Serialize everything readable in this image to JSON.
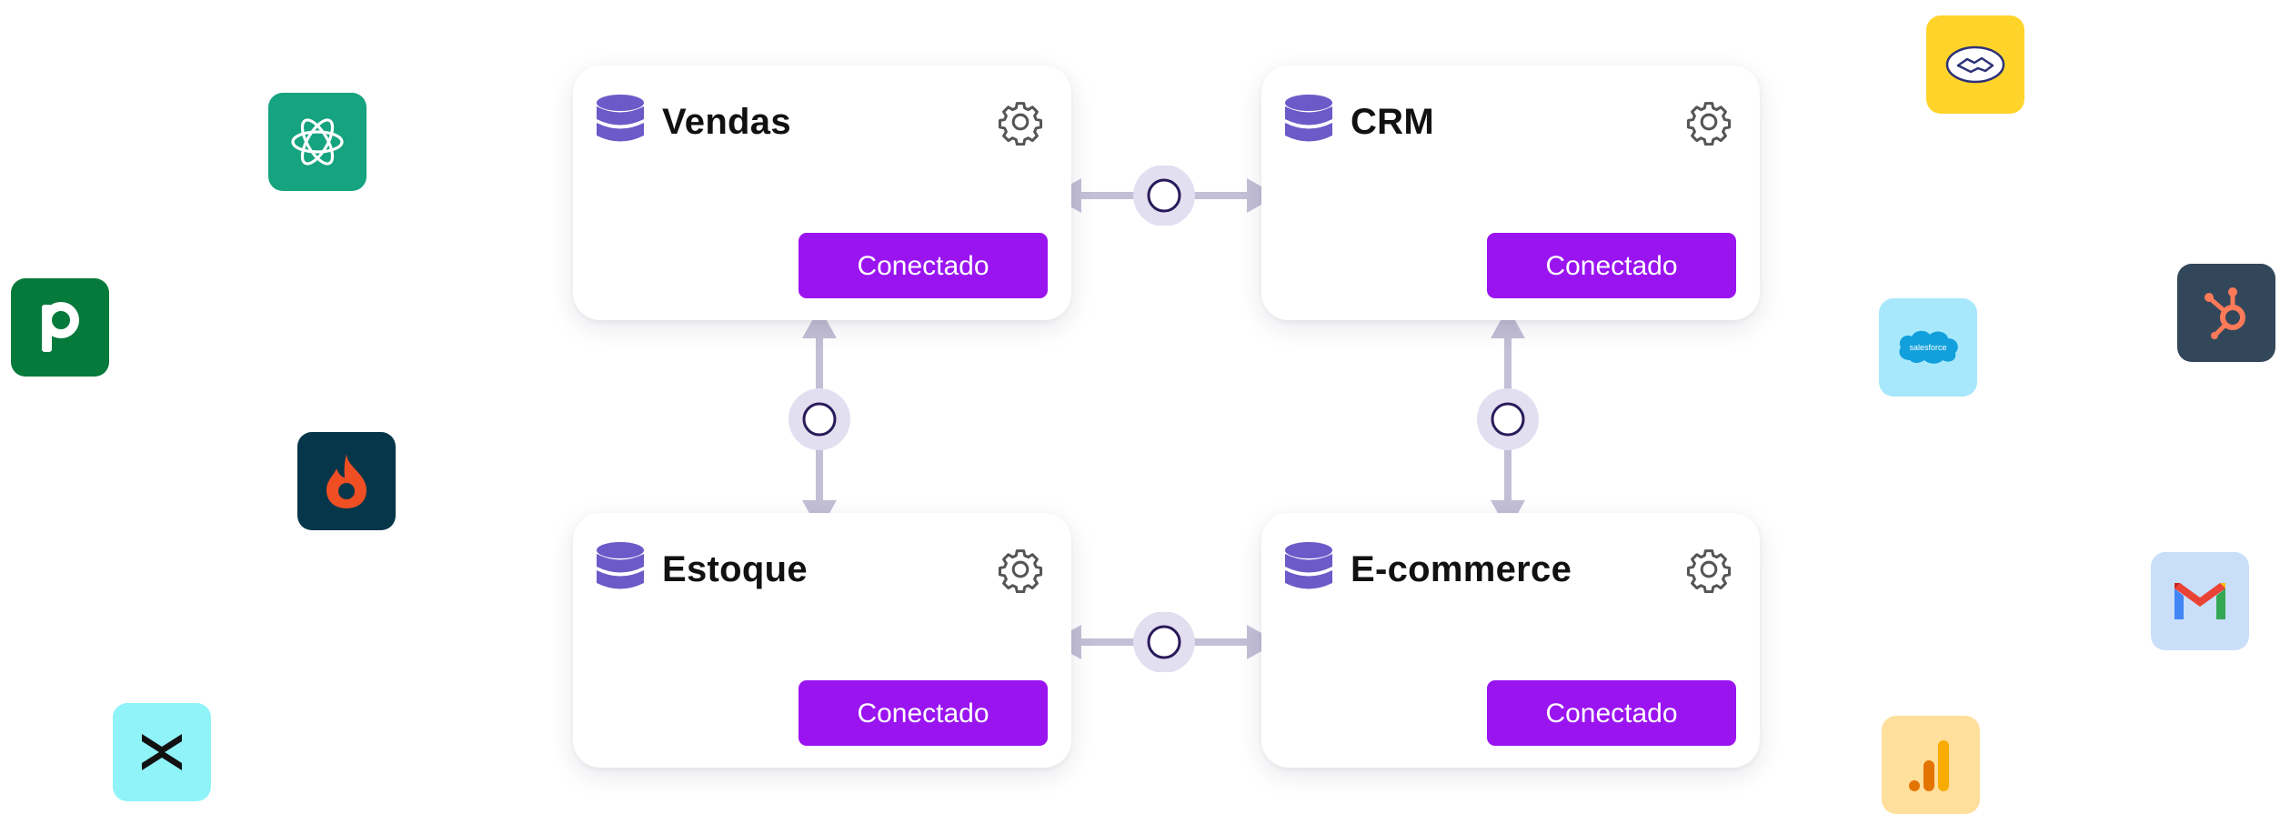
{
  "cards": [
    {
      "title": "Vendas",
      "button": "Conectado"
    },
    {
      "title": "CRM",
      "button": "Conectado"
    },
    {
      "title": "Estoque",
      "button": "Conectado"
    },
    {
      "title": "E-commerce",
      "button": "Conectado"
    }
  ],
  "icons": {
    "database": "database-icon",
    "settings": "gear-icon"
  },
  "apps": [
    {
      "name": "chatgpt-logo",
      "bg": "#16a37f"
    },
    {
      "name": "pipedrive-logo",
      "bg": "#057a3b"
    },
    {
      "name": "hotmart-logo",
      "bg": "#063649"
    },
    {
      "name": "agent-logo",
      "bg": "#8ff3f8"
    },
    {
      "name": "mercado-livre-logo",
      "bg": "#ffd42a"
    },
    {
      "name": "salesforce-logo",
      "bg": "#a8e8fc"
    },
    {
      "name": "hubspot-logo",
      "bg": "#33475b"
    },
    {
      "name": "gmail-logo",
      "bg": "#c9def9"
    },
    {
      "name": "google-analytics-logo",
      "bg": "#ffdf9c"
    }
  ],
  "salesforce_wordmark": "salesforce",
  "colors": {
    "button": "#9a14f0",
    "database": "#6c5ac8",
    "connector": "#c2bfd6",
    "node_ring": "#2a1a5a"
  }
}
